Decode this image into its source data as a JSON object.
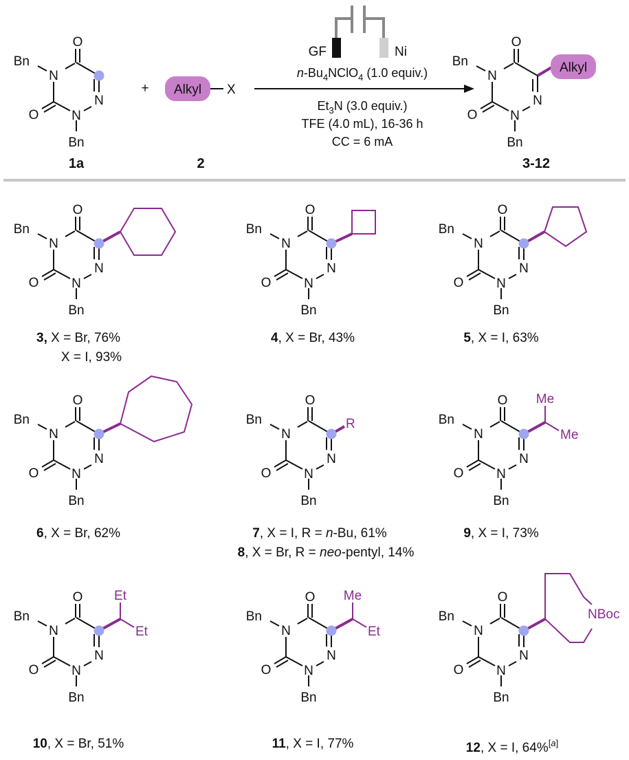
{
  "colors": {
    "purple": "#8a2b8f",
    "purple_fill": "#c87fc9",
    "dot": "#9ea6ef",
    "rule": "#c8c8c8",
    "black_plate": "#111111",
    "gray_plate": "#cfcfcf",
    "wire": "#888888"
  },
  "atoms": {
    "O": "O",
    "N": "N",
    "Bn": "Bn",
    "Me": "Me",
    "Et": "Et",
    "R": "R",
    "NBoc": "NBoc"
  },
  "reaction": {
    "plus": "+",
    "reagent_alkyl": "Alkyl",
    "reagent_x": "X",
    "product_alkyl": "Alkyl",
    "label_1a": "1a",
    "label_2": "2",
    "label_product": "3-12",
    "electrode_left": "GF",
    "electrode_right": "Ni",
    "conditions": {
      "line1_prefix": "n",
      "line1_a": "-Bu",
      "line1_sub1": "4",
      "line1_b": "NClO",
      "line1_sub2": "4",
      "line1_c": " (1.0 equiv.)",
      "line2_a": "Et",
      "line2_sub": "3",
      "line2_b": "N (3.0 equiv.)",
      "line3": "TFE (4.0 mL), 16-36 h",
      "line4": "CC = 6 mA"
    }
  },
  "products": [
    {
      "id": "3",
      "sep": ",",
      "text": " X = Br, 76%",
      "line2": "X = I, 93%"
    },
    {
      "id": "4",
      "sep": ",",
      "text": " X = Br, 43%"
    },
    {
      "id": "5",
      "sep": ",",
      "text": " X = I, 63%"
    },
    {
      "id": "6",
      "sep": ",",
      "text": " X = Br, 62%"
    },
    {
      "id": "7",
      "sep": ",",
      "text_a": " X = I, R = ",
      "italic": "n",
      "text_b": "-Bu, 61%"
    },
    {
      "id": "8",
      "sep": ",",
      "text_a": " X = Br, R = ",
      "italic": "neo",
      "text_b": "-pentyl, 14%"
    },
    {
      "id": "9",
      "sep": ",",
      "text": " X = I, 73%"
    },
    {
      "id": "10",
      "sep": ",",
      "text": " X = Br, 51%"
    },
    {
      "id": "11",
      "sep": ",",
      "text": " X = I, 77%"
    },
    {
      "id": "12",
      "sep": ",",
      "text": " X = I, 64%",
      "sup_open": "[",
      "sup_italic": "a",
      "sup_close": "]"
    }
  ]
}
